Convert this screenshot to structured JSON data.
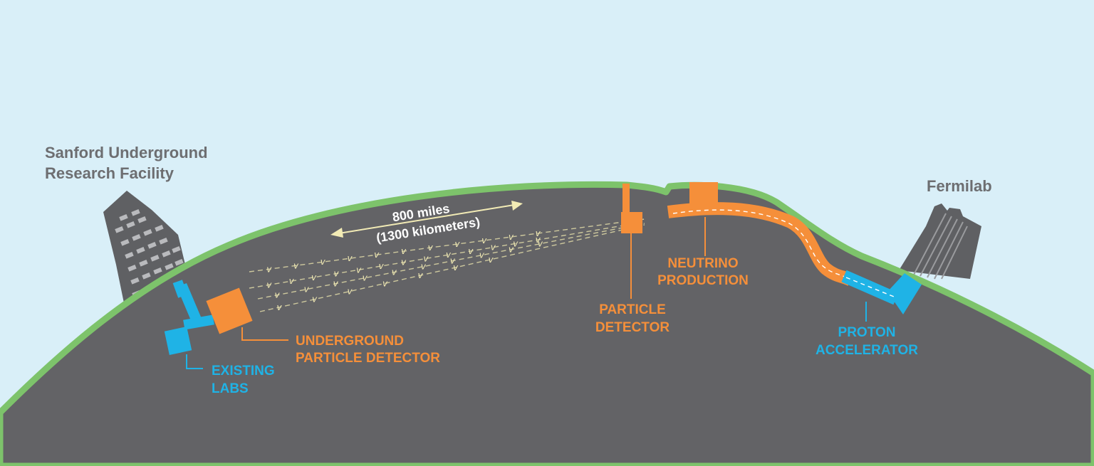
{
  "colors": {
    "sky": "#d9eff8",
    "ground": "#636366",
    "grass": "#7dc36b",
    "orange": "#f58f3a",
    "blue": "#1fb3e6",
    "gray_text": "#6d6e71",
    "cream": "#f2ebb5",
    "building": "#5f6063",
    "window": "#b9babd"
  },
  "labels": {
    "sanford_line1": "Sanford Underground",
    "sanford_line2": "Research Facility",
    "fermilab": "Fermilab",
    "distance_miles": "800 miles",
    "distance_km": "(1300 kilometers)",
    "underground_detector_line1": "UNDERGROUND",
    "underground_detector_line2": "PARTICLE DETECTOR",
    "existing_labs_line1": "EXISTING",
    "existing_labs_line2": "LABS",
    "particle_detector_line1": "PARTICLE",
    "particle_detector_line2": "DETECTOR",
    "neutrino_production_line1": "NEUTRINO",
    "neutrino_production_line2": "PRODUCTION",
    "proton_accelerator_line1": "PROTON",
    "proton_accelerator_line2": "ACCELERATOR"
  },
  "beam": {
    "symbol": "ν",
    "symbol_rows": [
      {
        "label": "v",
        "count": 11
      },
      {
        "label": "v",
        "count": 13
      },
      {
        "label": "v",
        "count": 10
      },
      {
        "label": "v",
        "count": 7
      }
    ]
  }
}
